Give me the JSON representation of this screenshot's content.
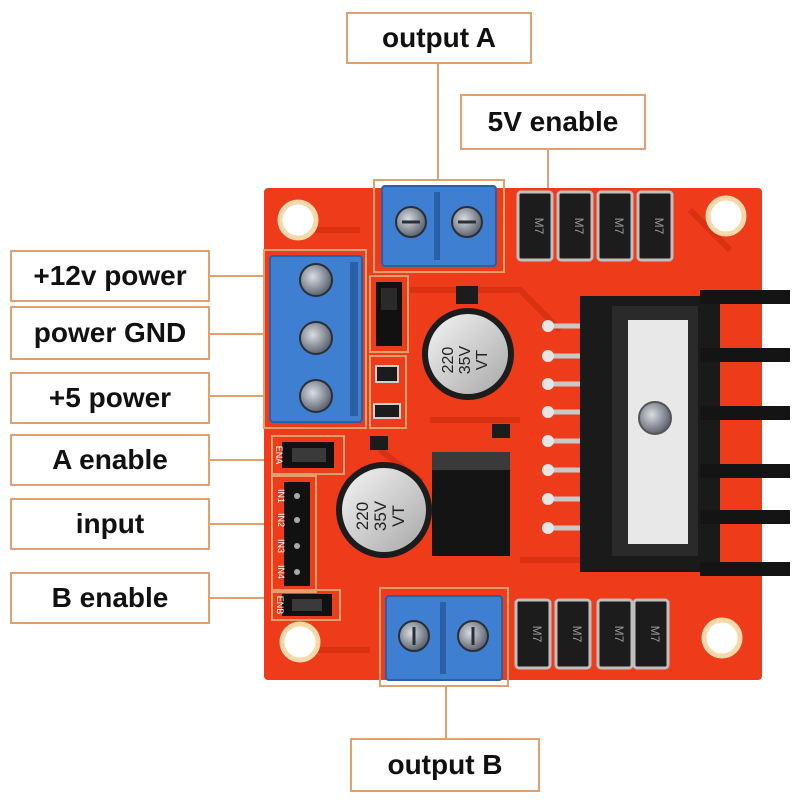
{
  "labels": {
    "output_a": "output A",
    "five_v_enable": "5V enable",
    "power_12v": "+12v power",
    "power_gnd": "power GND",
    "power_5v": "+5 power",
    "a_enable": "A enable",
    "input": "input",
    "b_enable": "B enable",
    "output_b": "output B"
  },
  "board_text": {
    "capacitor": [
      "220",
      "35V",
      "VT"
    ],
    "diode": "M7",
    "header_ena": "ENA",
    "header_enb": "ENB",
    "header_inputs": [
      "IN1",
      "IN2",
      "IN3",
      "IN4"
    ]
  },
  "colors": {
    "board": "#ee3b1a",
    "terminal": "#3f7fd2",
    "label_border": "#e0a070",
    "heatsink": "#1a1a1a"
  }
}
